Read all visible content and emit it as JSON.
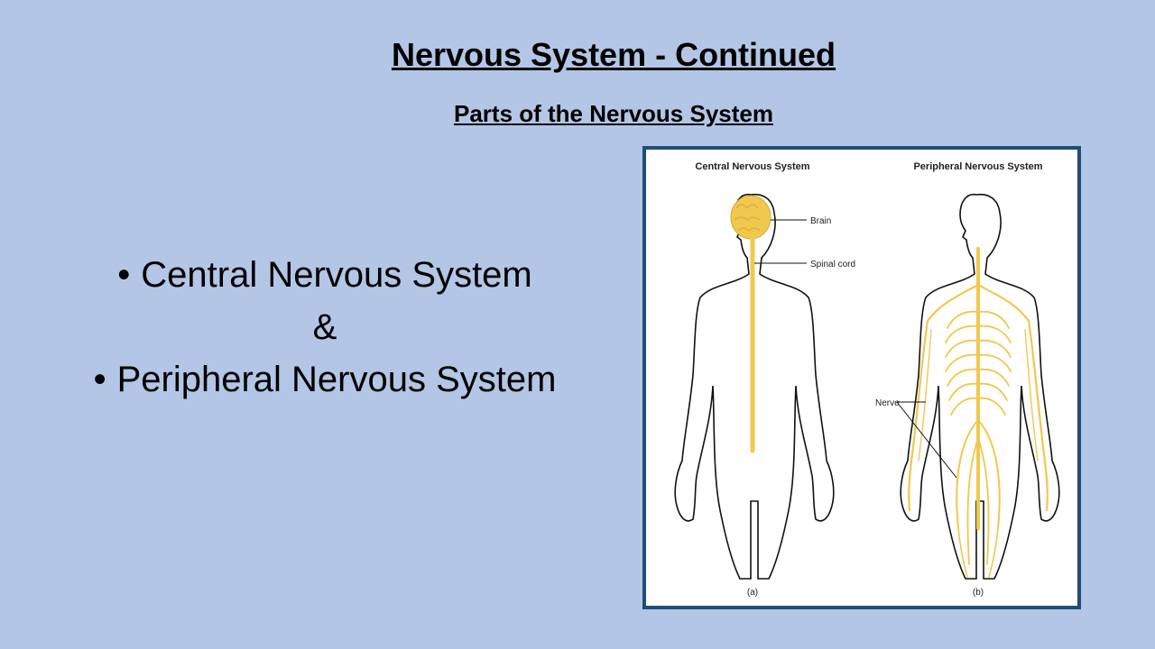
{
  "slide": {
    "title": "Nervous System - Continued",
    "subtitle": "Parts of the Nervous System"
  },
  "bullets": [
    {
      "text": "Central Nervous System"
    },
    {
      "text": "&"
    },
    {
      "text": "Peripheral Nervous System"
    }
  ],
  "figure": {
    "left_panel": {
      "heading": "Central Nervous System",
      "labels": [
        "Brain",
        "Spinal cord"
      ],
      "caption": "(a)"
    },
    "right_panel": {
      "heading": "Peripheral Nervous System",
      "labels": [
        "Nerve"
      ],
      "caption": "(b)"
    },
    "colors": {
      "nerve": "#f0c84e",
      "outline": "#111111",
      "frame": "#1f4e79",
      "background": "#b3c6e5"
    }
  }
}
